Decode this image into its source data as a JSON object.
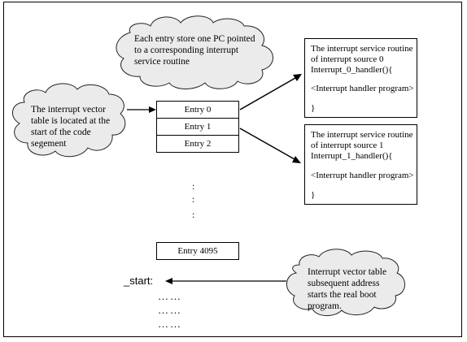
{
  "clouds": {
    "top": "Each entry store one PC pointed to a corresponding interrupt service routine",
    "left": "The interrupt vector table is located at the start of the code segement",
    "right": "Interrupt vector table subsequent address starts the real boot program."
  },
  "entries": [
    "Entry 0",
    "Entry 1",
    "Entry 2"
  ],
  "last_entry": "Entry 4095",
  "isr0": {
    "line1": "The interrupt service routine",
    "line2": "of interrupt source 0",
    "line3": "Interrupt_0_handler(){",
    "line4": "<Interrupt handler program>",
    "line5": "}"
  },
  "isr1": {
    "line1": "The interrupt service routine",
    "line2": "of interrupt source 1",
    "line3": "Interrupt_1_handler(){",
    "line4": "<Interrupt handler program>",
    "line5": "}"
  },
  "start_label": "_start:",
  "dots": [
    "……",
    "……",
    "……"
  ],
  "vertical_dots": [
    ":",
    ":"
  ]
}
